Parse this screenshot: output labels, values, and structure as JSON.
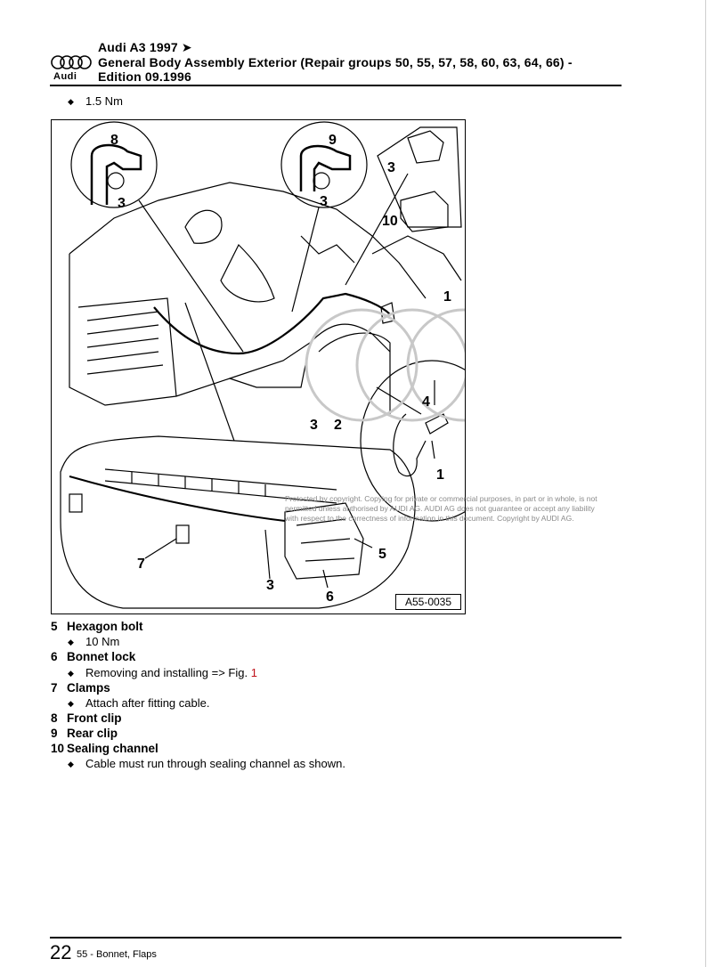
{
  "header": {
    "logo_text": "Audi",
    "line1": "Audi A3 1997 ➤",
    "line2": "General Body Assembly Exterior (Repair groups 50, 55, 57, 58, 60, 63, 64, 66) -",
    "line3": "Edition 09.1996"
  },
  "top_bullet": "1.5 Nm",
  "figure": {
    "id": "A55-0035",
    "callouts": {
      "c8": "8",
      "c3a": "3",
      "c9": "9",
      "c3b": "3",
      "c3c": "3",
      "c10": "10",
      "c1a": "1",
      "c3d": "3",
      "c2": "2",
      "c4": "4",
      "c1b": "1",
      "c5": "5",
      "c7": "7",
      "c3e": "3",
      "c6": "6"
    }
  },
  "watermark": {
    "line1": "Protected by copyright. Copying for private or commercial purposes, in part or in whole, is not",
    "line2": "permitted unless authorised by AUDI AG. AUDI AG does not guarantee or accept any liability",
    "line3": "with respect to the correctness of information in this document. Copyright by AUDI AG."
  },
  "items": [
    {
      "num": "5",
      "title": "Hexagon bolt",
      "sub": "10 Nm"
    },
    {
      "num": "6",
      "title": "Bonnet lock",
      "sub": "Removing and installing => Fig.",
      "link": "1"
    },
    {
      "num": "7",
      "title": "Clamps",
      "sub": "Attach after fitting cable."
    },
    {
      "num": "8",
      "title": "Front clip"
    },
    {
      "num": "9",
      "title": "Rear clip"
    },
    {
      "num": "10",
      "title": "Sealing channel",
      "sub": "Cable must run through sealing channel as shown."
    }
  ],
  "footer": {
    "page_number": "22",
    "section": "55 - Bonnet, Flaps"
  }
}
